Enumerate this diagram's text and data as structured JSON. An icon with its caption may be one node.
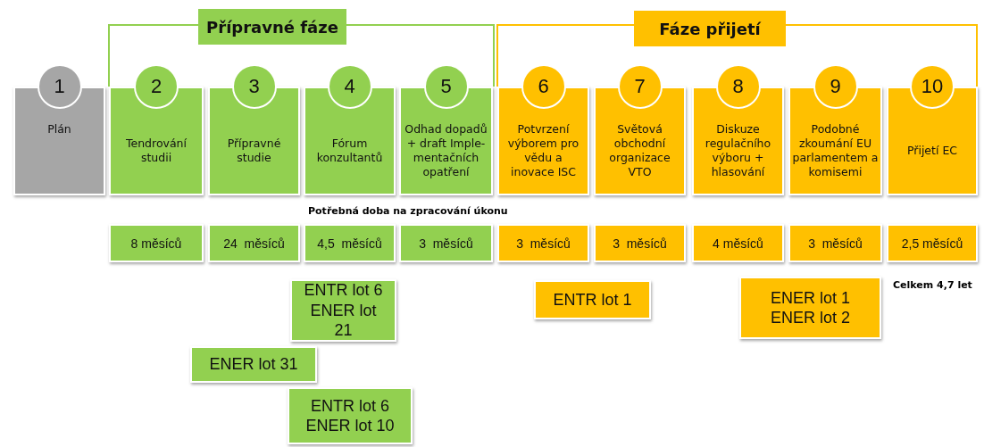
{
  "diagram": {
    "nodes": [
      {
        "text": [
          "Přípravné fáze"
        ]
      },
      {
        "text": [
          "Fáze přijetí"
        ]
      },
      {
        "text": [
          "1",
          "Plán"
        ]
      },
      {
        "text": [
          "2",
          "Tendrování studii"
        ]
      },
      {
        "text": [
          "3",
          "Přípravné studie"
        ]
      },
      {
        "text": [
          "4",
          "Fórum konzultantů"
        ]
      },
      {
        "text": [
          "5",
          "Odhad dopadů + draft Imple- mentačních opatření"
        ]
      },
      {
        "text": [
          "6",
          "Potvrzení výborem pro vědu a inovace ISC"
        ]
      },
      {
        "text": [
          "7",
          "Světová obchodní organizace VTO"
        ]
      },
      {
        "text": [
          "8",
          "Diskuze regulačního výboru + hlasování"
        ]
      },
      {
        "text": [
          "9",
          "Podobné zkoumání EU parlamentem a komisemi"
        ]
      },
      {
        "text": [
          "10",
          "Přijetí EC"
        ]
      },
      {
        "text": [
          "8 měsíců"
        ]
      },
      {
        "text": [
          "24  měsíců"
        ]
      },
      {
        "text": [
          "4,5  měsíců"
        ]
      },
      {
        "text": [
          "3  měsíců"
        ]
      },
      {
        "text": [
          "3  měsíců"
        ]
      },
      {
        "text": [
          "3  měsíců"
        ]
      },
      {
        "text": [
          "4 měsíců"
        ]
      },
      {
        "text": [
          "3  měsíců"
        ]
      },
      {
        "text": [
          "2,5 měsíců"
        ]
      },
      {
        "text": [
          "ENTR lot 6 ENER lot 21"
        ]
      },
      {
        "text": [
          "ENER lot 31"
        ]
      },
      {
        "text": [
          "ENTR lot 6 ENER lot 10"
        ]
      },
      {
        "text": [
          "ENTR lot 1"
        ]
      },
      {
        "text": [
          "ENER lot 1 ENER lot 2"
        ]
      }
    ],
    "labels": [
      "Potřebná doba na zpracování úkonu",
      "Celkem 4,7 let"
    ]
  }
}
